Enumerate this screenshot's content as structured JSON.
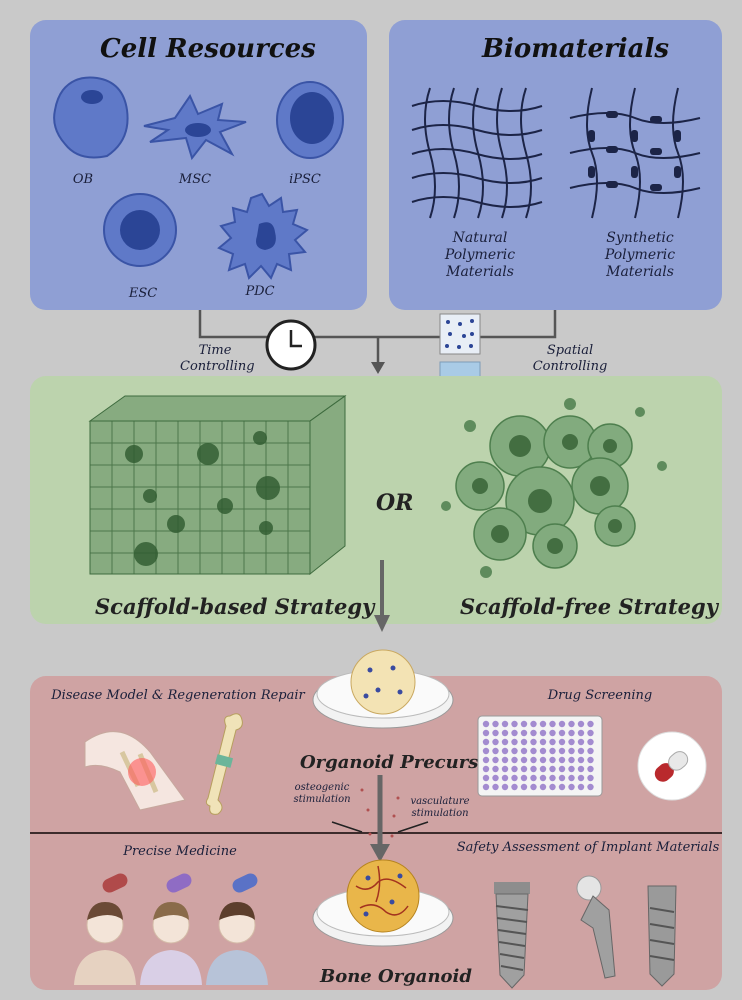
{
  "cell_resources": {
    "title": "Cell Resources",
    "cells": [
      "OB",
      "MSC",
      "iPSC",
      "ESC",
      "PDC"
    ]
  },
  "biomaterials": {
    "title": "Biomaterials",
    "natural": "Natural\nPolymeric\nMaterials",
    "synthetic": "Synthetic\nPolymeric\nMaterials"
  },
  "connectors": {
    "time": "Time\nControlling",
    "spatial": "Spatial\nControlling"
  },
  "strategies": {
    "or_label": "OR",
    "scaffold_based": "Scaffold-based Strategy",
    "scaffold_free": "Scaffold-free Strategy"
  },
  "applications": {
    "disease_model": "Disease Model & Regeneration Repair",
    "drug_screening": "Drug Screening",
    "organoid_precursor": "Organoid Precursor",
    "osteogenic": "osteogenic\nstimulation",
    "vasculature": "vasculature\nstimulation",
    "precise_medicine": "Precise Medicine",
    "safety": "Safety Assessment of Implant Materials",
    "bone_organoid": "Bone Organoid"
  },
  "colors": {
    "top_panel": "#8f9fd4",
    "middle_panel": "#bcd3ad",
    "bottom_panel": "#cfa3a3",
    "cell_fill": "#5f79c8",
    "nucleus": "#2b4596"
  }
}
